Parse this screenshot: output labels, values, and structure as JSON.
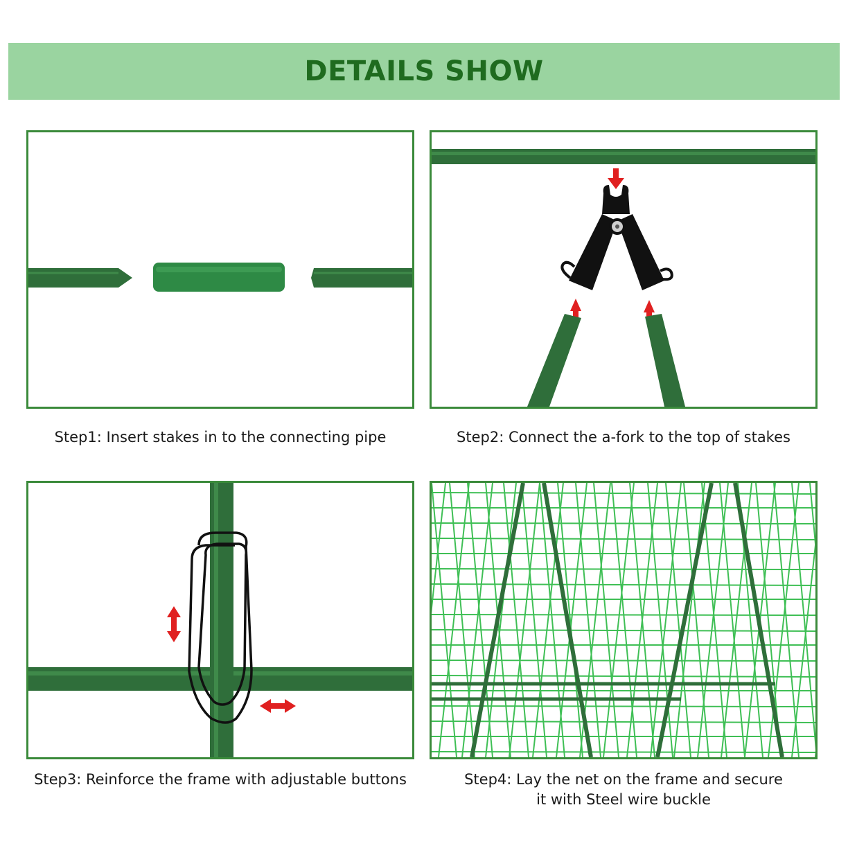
{
  "header": {
    "title": "DETAILS SHOW"
  },
  "colors": {
    "banner_bg": "#9ad4a0",
    "banner_text": "#1f6b1f",
    "panel_border": "#3a8a3a",
    "stake_green": "#2f6e3a",
    "pipe_green": "#2e8a45",
    "arrow_red": "#e02020",
    "fork_black": "#111111",
    "net_green": "#3fbf55"
  },
  "steps": [
    {
      "caption": "Step1: Insert stakes in to the connecting pipe",
      "image_icon": "stakes-and-connecting-pipe"
    },
    {
      "caption": "Step2: Connect the a-fork to the top of stakes",
      "image_icon": "a-fork-connector"
    },
    {
      "caption": "Step3: Reinforce the frame with adjustable buttons",
      "image_icon": "wire-clip-on-cross-stakes"
    },
    {
      "caption_line1": "Step4: Lay the net on the frame and secure",
      "caption_line2": "it with Steel wire buckle",
      "image_icon": "trellis-net-on-frame"
    }
  ]
}
